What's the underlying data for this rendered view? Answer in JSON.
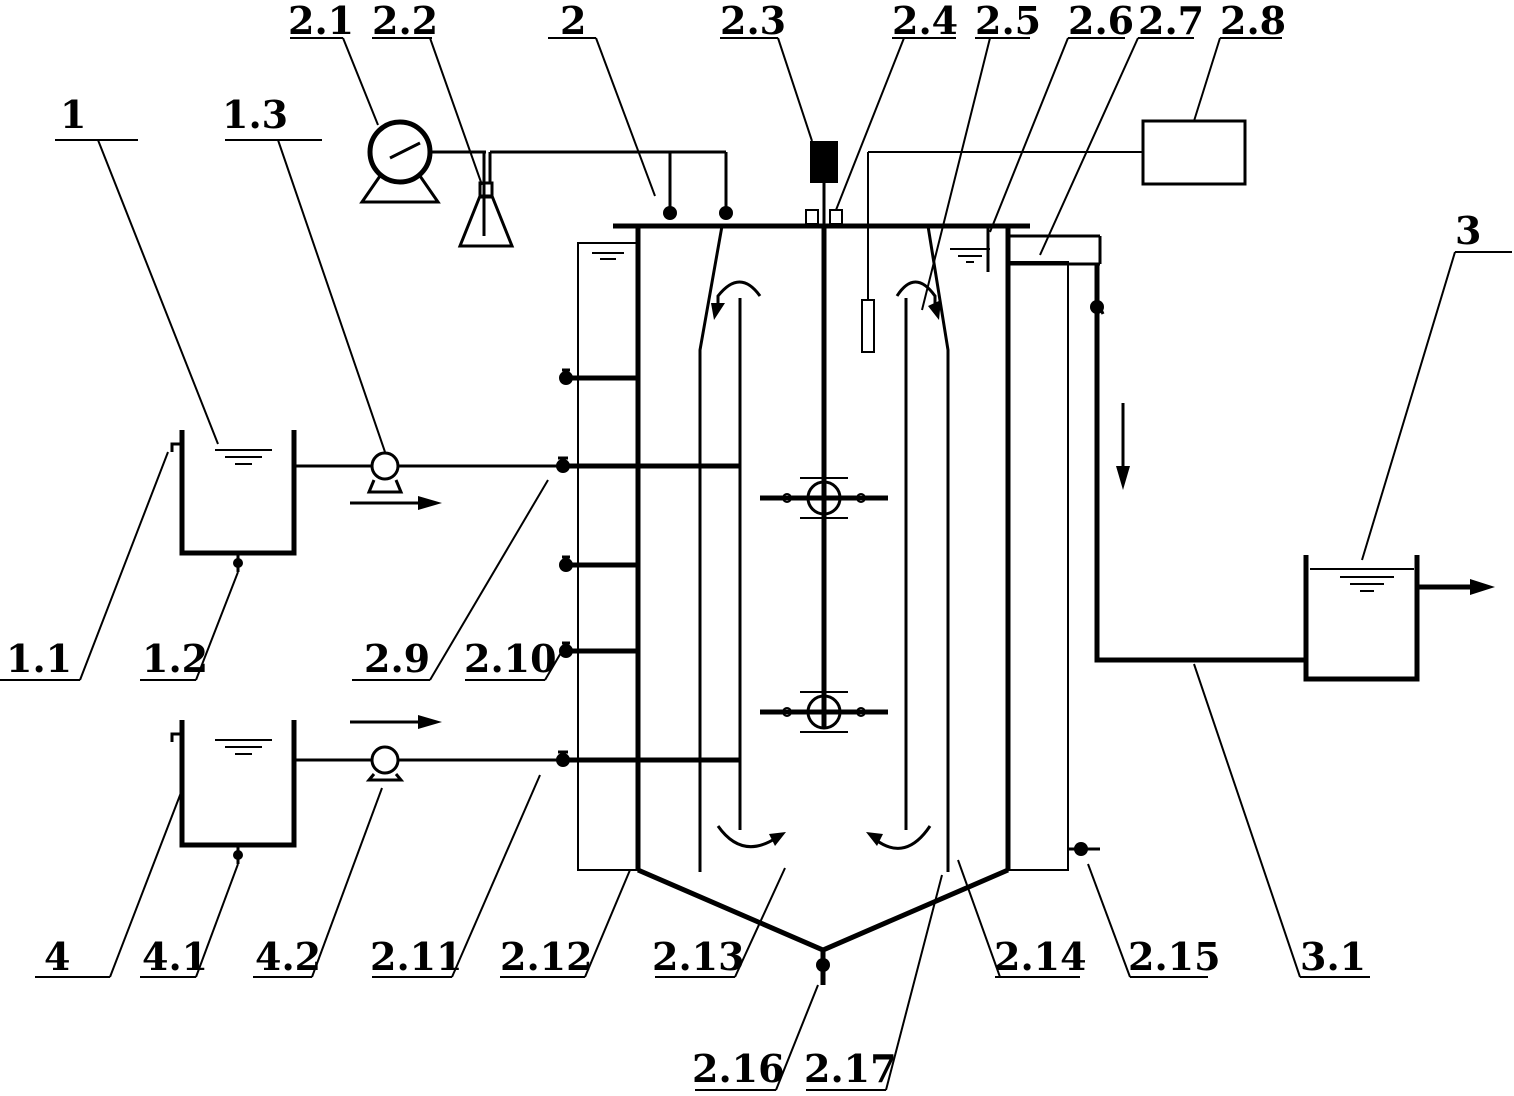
{
  "labels": {
    "l1": "1",
    "l1_1": "1.1",
    "l1_2": "1.2",
    "l1_3": "1.3",
    "l2": "2",
    "l2_1": "2.1",
    "l2_2": "2.2",
    "l2_3": "2.3",
    "l2_4": "2.4",
    "l2_5": "2.5",
    "l2_6": "2.6",
    "l2_7": "2.7",
    "l2_8": "2.8",
    "l2_9": "2.9",
    "l2_10": "2.10",
    "l2_11": "2.11",
    "l2_12": "2.12",
    "l2_13": "2.13",
    "l2_14": "2.14",
    "l2_15": "2.15",
    "l2_16": "2.16",
    "l2_17": "2.17",
    "l3": "3",
    "l3_1": "3.1",
    "l4": "4",
    "l4_1": "4.1",
    "l4_2": "4.2"
  }
}
